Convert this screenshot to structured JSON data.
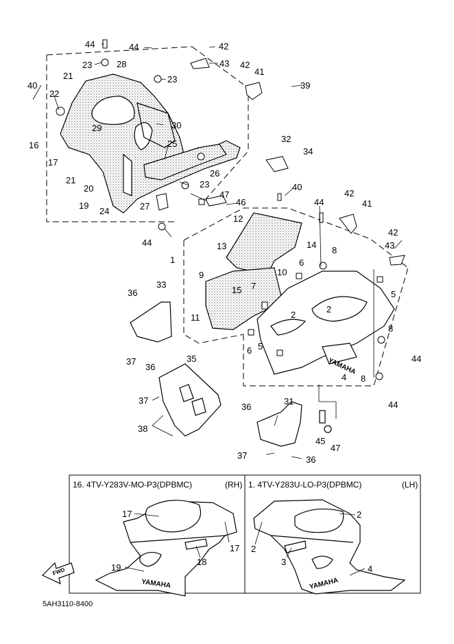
{
  "callouts": {
    "c44a": "44",
    "c44b": "44",
    "c42a": "42",
    "c43a": "43",
    "c23a": "23",
    "c28": "28",
    "c23b": "23",
    "c42b": "42",
    "c41a": "41",
    "c39": "39",
    "c40a": "40",
    "c21a": "21",
    "c22": "22",
    "c16": "16",
    "c29": "29",
    "c30": "30",
    "c25": "25",
    "c17": "17",
    "c21b": "21",
    "c20": "20",
    "c19": "19",
    "c24": "24",
    "c27": "27",
    "c26": "26",
    "c23c": "23",
    "c32": "32",
    "c34": "34",
    "c47a": "47",
    "c46": "46",
    "c40b": "40",
    "c44c": "44",
    "c42c": "42",
    "c41b": "41",
    "c12": "12",
    "c14": "14",
    "c1": "1",
    "c13": "13",
    "c8a": "8",
    "c42d": "42",
    "c43b": "43",
    "c6a": "6",
    "c9": "9",
    "c15": "15",
    "c7": "7",
    "c10": "10",
    "c5a": "5",
    "c2a": "2",
    "c2b": "2",
    "c11": "11",
    "c36a": "36",
    "c33": "33",
    "c6b": "6",
    "c5b": "5",
    "c8b": "8",
    "c44d": "44",
    "c4": "4",
    "c8c": "8",
    "c44e": "44",
    "c37a": "37",
    "c36b": "36",
    "c35": "35",
    "c37b": "37",
    "c38": "38",
    "c31": "31",
    "c36c": "36",
    "c45": "45",
    "c47b": "47",
    "c37c": "37",
    "c36d": "36"
  },
  "rh_box": {
    "title": "16. 4TV-Y283V-MO-P3(DPBMC)",
    "side": "(RH)",
    "c17a": "17",
    "c17b": "17",
    "c18": "18",
    "c19": "19",
    "logo_text": "YAMAHA"
  },
  "lh_box": {
    "title": "1. 4TV-Y283U-LO-P3(DPBMC)",
    "side": "(LH)",
    "c2a": "2",
    "c2b": "2",
    "c3": "3",
    "c4": "4",
    "logo_text": "YAMAHA"
  },
  "fwd_arrow": "FWD",
  "main_logo": "YAMAHA",
  "footer_code": "5AH3110-8400"
}
